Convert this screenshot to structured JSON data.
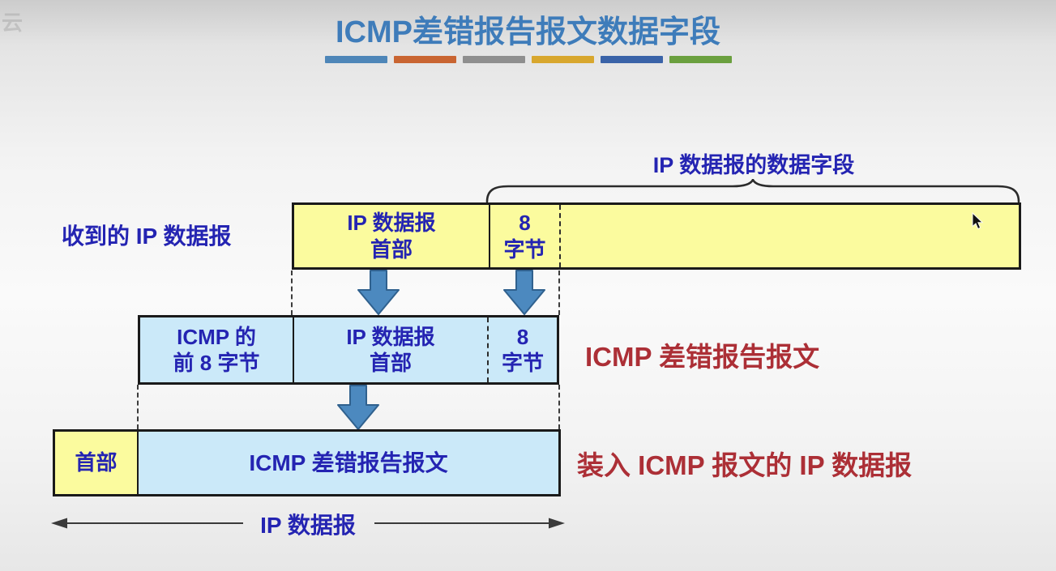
{
  "watermark": {
    "text": "云"
  },
  "header": {
    "title": "ICMP差错报告报文数据字段",
    "dash_colors": [
      "#4E86B8",
      "#C96532",
      "#8F8F8F",
      "#D8A72E",
      "#3A63A8",
      "#6BA03F"
    ]
  },
  "diagram": {
    "brace_label": "IP 数据报的数据字段",
    "row1": {
      "side_label": "收到的 IP 数据报",
      "cell_header": {
        "line1": "IP 数据报",
        "line2": "首部"
      },
      "cell_bytes": {
        "line1": "8",
        "line2": "字节"
      }
    },
    "row2": {
      "side_label": "ICMP 差错报告报文",
      "cell_icmp": {
        "line1": "ICMP 的",
        "line2": "前 8 字节"
      },
      "cell_header": {
        "line1": "IP 数据报",
        "line2": "首部"
      },
      "cell_bytes": {
        "line1": "8",
        "line2": "字节"
      }
    },
    "row3": {
      "side_label": "装入 ICMP 报文的 IP 数据报",
      "cell_header": "首部",
      "cell_body": "ICMP 差错报告报文"
    },
    "span_label": "IP 数据报"
  },
  "colors": {
    "title_blue": "#3E7CBA",
    "text_blue": "#2424B2",
    "label_red": "#AC2F36",
    "box_yellow": "#FBFB9E",
    "box_blue": "#CBE9F9",
    "arrow_fill": "#4C89BF",
    "arrow_stroke": "#30618E"
  }
}
